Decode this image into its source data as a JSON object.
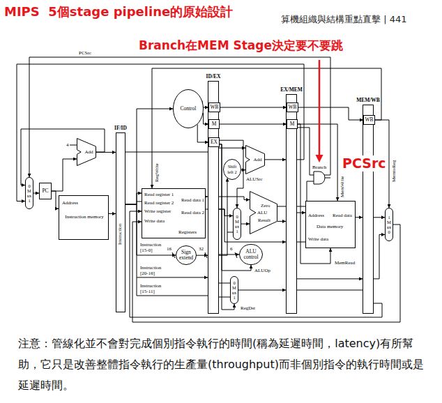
{
  "diagram": {
    "title": "MIPS  5個stage pipeline的原始設計",
    "caption": "注意：管線化並不會對完成個別指令執行的時間(稱為延遲時間，latency)有所幫助，它只是改善整體指令執行的生產量(throughput)而非個別指令的執行時間或是延遲時間。",
    "nodes": [
      {
        "text": [
          "0",
          "Mux",
          "1"
        ]
      },
      {
        "text": [
          "PC"
        ]
      },
      {
        "text": [
          "Add"
        ]
      },
      {
        "text": [
          "Address",
          "Instruction memory"
        ]
      },
      {
        "text": [
          "IF/ID"
        ]
      },
      {
        "text": [
          "Control"
        ]
      },
      {
        "text": [
          "Read register 1",
          "Read register 2",
          "Write register",
          "Write data",
          "Read data 1",
          "Read data 2",
          "Registers"
        ]
      },
      {
        "text": [
          "Sign extend"
        ]
      },
      {
        "text": [
          "ID/EX"
        ]
      },
      {
        "text": [
          "WB"
        ],
        "in": 8
      },
      {
        "text": [
          "M"
        ],
        "in": 8
      },
      {
        "text": [
          "EX"
        ],
        "in": 8
      },
      {
        "text": [
          "Shift left 2"
        ]
      },
      {
        "text": [
          "Add"
        ]
      },
      {
        "text": [
          "0",
          "Mux",
          "1"
        ]
      },
      {
        "text": [
          "Zero",
          "ALU",
          "Result"
        ]
      },
      {
        "text": [
          "ALU control"
        ]
      },
      {
        "text": [
          "0",
          "Mux",
          "1"
        ]
      },
      {
        "text": [
          "EX/MEM"
        ]
      },
      {
        "text": [
          "WB"
        ],
        "in": 18
      },
      {
        "text": [
          "M"
        ],
        "in": 18
      },
      {
        "text": [
          "Address",
          "Read data",
          "Data memory",
          "Write data"
        ]
      },
      {
        "text": [
          "MEM/WB"
        ]
      },
      {
        "text": [
          "WB"
        ],
        "in": 22
      },
      {
        "text": [
          "1",
          "Mux",
          "0"
        ]
      }
    ],
    "edges": [
      {
        "from": 0,
        "to": 1,
        "arrow": "to"
      },
      {
        "from": 1,
        "to": 2,
        "arrow": "to"
      },
      {
        "from": 1,
        "to": 3,
        "arrow": "to"
      },
      {
        "from": 2,
        "to": 4,
        "arrow": "to"
      },
      {
        "from": 2,
        "to": 0,
        "arrow": "to"
      },
      {
        "from": 3,
        "to": 4,
        "arrow": "to"
      },
      {
        "from": 4,
        "to": 5,
        "arrow": "to"
      },
      {
        "from": 4,
        "to": 6,
        "arrow": "to"
      },
      {
        "from": 4,
        "to": 7,
        "arrow": "to"
      },
      {
        "from": 4,
        "to": 8,
        "arrow": "to"
      },
      {
        "from": 5,
        "to": 9,
        "arrow": "to"
      },
      {
        "from": 5,
        "to": 10,
        "arrow": "to"
      },
      {
        "from": 5,
        "to": 11,
        "arrow": "to"
      },
      {
        "from": 6,
        "to": 8,
        "arrow": "to"
      },
      {
        "from": 7,
        "to": 8,
        "arrow": "to"
      },
      {
        "from": 8,
        "to": 12,
        "arrow": "to"
      },
      {
        "from": 8,
        "to": 13,
        "arrow": "to"
      },
      {
        "from": 12,
        "to": 13,
        "arrow": "to"
      },
      {
        "from": 8,
        "to": 14,
        "arrow": "to"
      },
      {
        "from": 8,
        "to": 15,
        "arrow": "to"
      },
      {
        "from": 14,
        "to": 15,
        "arrow": "to"
      },
      {
        "from": 8,
        "to": 16,
        "arrow": "to"
      },
      {
        "from": 11,
        "to": 14,
        "label": "ALUSrc",
        "arrow": "to"
      },
      {
        "from": 11,
        "to": 16,
        "label": "ALUOp",
        "arrow": "to"
      },
      {
        "from": 11,
        "to": 17,
        "label": "RegDst",
        "arrow": "to"
      },
      {
        "from": 9,
        "to": 19,
        "arrow": "to"
      },
      {
        "from": 10,
        "to": 20,
        "arrow": "to"
      },
      {
        "from": 13,
        "to": 18,
        "arrow": "to"
      },
      {
        "from": 15,
        "to": 18,
        "arrow": "to"
      },
      {
        "from": 17,
        "to": 18,
        "arrow": "to"
      },
      {
        "from": 8,
        "to": 18,
        "arrow": "to"
      },
      {
        "from": 18,
        "to": 21,
        "arrow": "to"
      },
      {
        "from": 19,
        "to": 23,
        "arrow": "to"
      },
      {
        "from": 20,
        "to": 21,
        "label": "MemWrite",
        "arrow": "to"
      },
      {
        "from": 20,
        "to": 21,
        "label": "MemRead",
        "arrow": "to"
      },
      {
        "from": 20,
        "to": 0,
        "label": "PCSrc",
        "arrow": "to"
      },
      {
        "from": 18,
        "to": 0,
        "arrow": "to"
      },
      {
        "from": 21,
        "to": 22,
        "arrow": "to"
      },
      {
        "from": 18,
        "to": 22,
        "arrow": "to"
      },
      {
        "from": 22,
        "to": 24,
        "arrow": "to"
      },
      {
        "from": 22,
        "to": 24,
        "arrow": "to"
      },
      {
        "from": 23,
        "to": 24,
        "label": "MemtoReg",
        "arrow": "to"
      },
      {
        "from": 23,
        "to": 6,
        "label": "RegWrite",
        "arrow": "to"
      },
      {
        "from": 24,
        "to": 6,
        "arrow": "to"
      },
      {
        "from": 22,
        "to": 6,
        "arrow": "to"
      }
    ],
    "labels": [
      "算機組織與結構重點直擊 | 441",
      "Branch在MEM Stage決定要不要跳",
      "PCSrc",
      "4",
      "Instruction",
      "Instruction [15-0]",
      "16",
      "32",
      "Instruction [20-16]",
      "Instruction [15-11]",
      "6",
      "Branch"
    ]
  }
}
